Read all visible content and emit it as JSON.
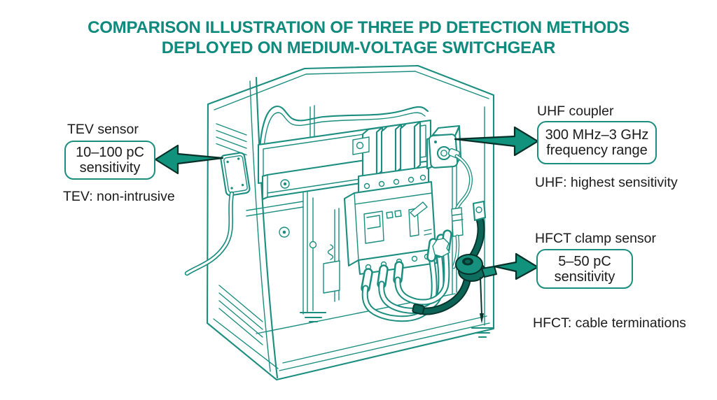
{
  "title": {
    "line1": "COMPARISON ILLUSTRATION OF THREE PD DETECTION METHODS",
    "line2": "DEPLOYED ON MEDIUM-VOLTAGE SWITCHGEAR"
  },
  "annotations": {
    "tev": {
      "name": "TEV sensor",
      "value_line1": "10–100 pC",
      "value_line2": "sensitivity",
      "caption": "TEV: non-intrusive"
    },
    "uhf": {
      "name": "UHF coupler",
      "value_line1": "300 MHz–3 GHz",
      "value_line2": "frequency range",
      "caption": "UHF: highest sensitivity"
    },
    "hfct": {
      "name": "HFCT clamp sensor",
      "value_line1": "5–50 pC",
      "value_line2": "sensitivity",
      "caption": "HFCT: cable terminations"
    }
  },
  "icons": {
    "tev_arrow": "left-arrow-icon",
    "uhf_arrow": "right-arrow-icon",
    "hfct_arrow": "right-arrow-icon",
    "ground": "earth-ground-symbol"
  },
  "colors": {
    "title_color": "#0f8a7d",
    "text": "#1b1b1b",
    "line": "#1b8e80",
    "arrow_fill": "#11927c",
    "arrow_outline": "#062f28",
    "dark_cable_fill": "#0c6456",
    "dark_cable_outline": "#05352c",
    "clamp_top": "#17917d",
    "clamp_bottom": "#0d6e60",
    "box_border": "#1b8e80",
    "background": "#ffffff"
  }
}
